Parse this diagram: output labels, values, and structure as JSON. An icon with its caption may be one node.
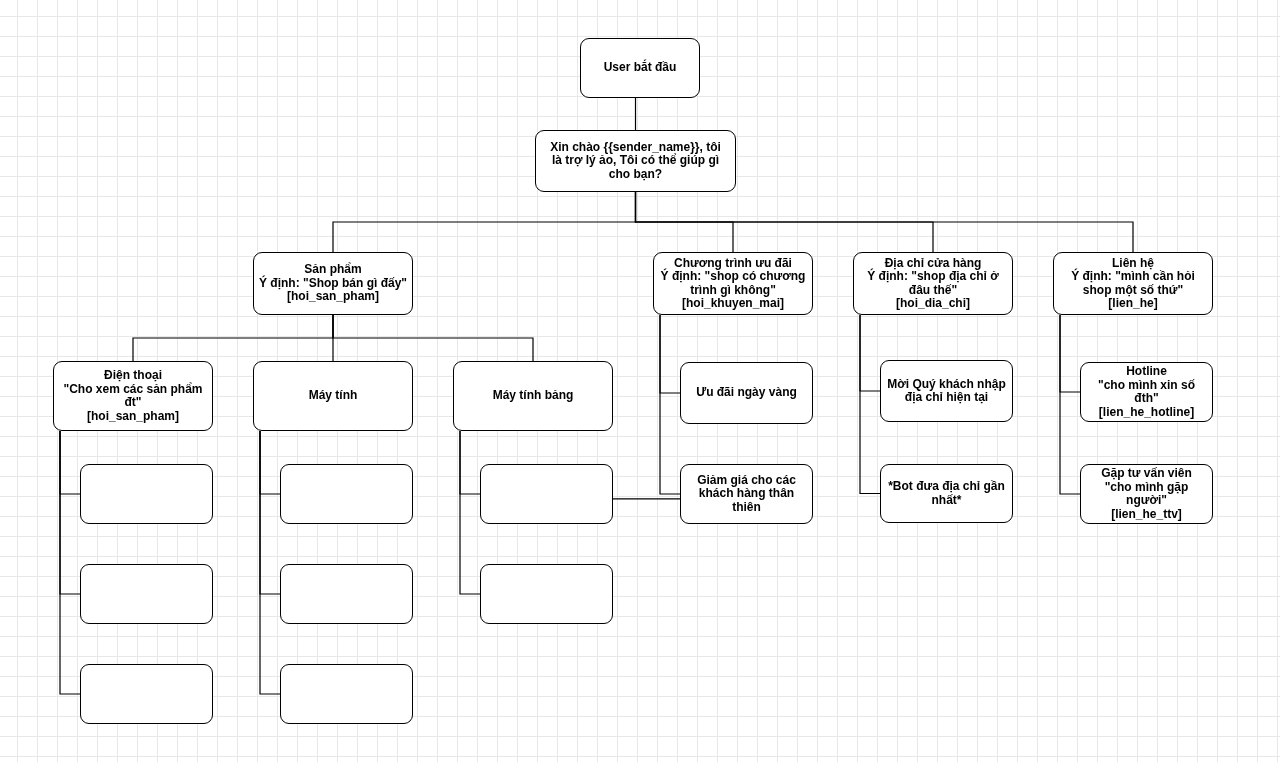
{
  "diagram": {
    "nodes": [
      {
        "text": [
          "User bắt đầu"
        ]
      },
      {
        "text": [
          "Xin chào {{sender_name}}, tôi là trợ lý ảo, Tôi có thể giúp gì cho bạn?"
        ]
      },
      {
        "text": [
          "Sản phẩm",
          "Ý định: \"Shop bán gì đấy\"",
          "[hoi_san_pham]"
        ]
      },
      {
        "text": [
          "Chương trình ưu đãi",
          "Ý định: \"shop có chương trình gì không\"",
          "[hoi_khuyen_mai]"
        ]
      },
      {
        "text": [
          "Địa chỉ cửa hàng",
          "Ý định: \"shop địa chỉ ở đâu thế\"",
          "[hoi_dia_chi]"
        ]
      },
      {
        "text": [
          "Liên hệ",
          "Ý định: \"mình cần hỏi shop một số thứ\"",
          "[lien_he]"
        ]
      },
      {
        "text": [
          "Điện thoại",
          "\"Cho xem các sản phẩm đt\"",
          "[hoi_san_pham]"
        ]
      },
      {
        "text": [
          "Máy tính"
        ]
      },
      {
        "text": [
          "Máy tính bảng"
        ]
      },
      {
        "text": [
          "Ưu đãi ngày vàng"
        ]
      },
      {
        "text": [
          "Giảm giá cho các khách hàng thân thiên"
        ]
      },
      {
        "text": [
          "Mời Quý khách nhập địa chỉ hiện tại"
        ]
      },
      {
        "text": [
          "*Bot đưa địa chỉ gần nhất*"
        ]
      },
      {
        "text": [
          "Hotline",
          "\"cho mình xin số đth\"",
          "[lien_he_hotline]"
        ]
      },
      {
        "text": [
          "Gặp tư vấn viên",
          "\"cho mình gặp người\"",
          "[lien_he_ttv]"
        ]
      },
      {
        "text": [],
        "shape": "box"
      },
      {
        "text": [],
        "shape": "box"
      },
      {
        "text": [],
        "shape": "box"
      },
      {
        "text": [],
        "shape": "box"
      },
      {
        "text": [],
        "shape": "box"
      },
      {
        "text": [],
        "shape": "box"
      },
      {
        "text": [],
        "shape": "box"
      },
      {
        "text": [],
        "shape": "box"
      }
    ],
    "edges": [
      {
        "from": 0,
        "to": 1,
        "arrow": "none"
      },
      {
        "from": 1,
        "to": 2,
        "arrow": "none"
      },
      {
        "from": 1,
        "to": 3,
        "arrow": "none"
      },
      {
        "from": 1,
        "to": 4,
        "arrow": "none"
      },
      {
        "from": 1,
        "to": 5,
        "arrow": "none"
      },
      {
        "from": 2,
        "to": 6,
        "arrow": "none"
      },
      {
        "from": 2,
        "to": 7,
        "arrow": "none"
      },
      {
        "from": 2,
        "to": 8,
        "arrow": "none"
      },
      {
        "from": 6,
        "to": 15,
        "arrow": "none"
      },
      {
        "from": 6,
        "to": 16,
        "arrow": "none"
      },
      {
        "from": 6,
        "to": 17,
        "arrow": "none"
      },
      {
        "from": 7,
        "to": 18,
        "arrow": "none"
      },
      {
        "from": 7,
        "to": 19,
        "arrow": "none"
      },
      {
        "from": 7,
        "to": 20,
        "arrow": "none"
      },
      {
        "from": 8,
        "to": 21,
        "arrow": "none"
      },
      {
        "from": 8,
        "to": 22,
        "arrow": "none"
      },
      {
        "from": 3,
        "to": 9,
        "arrow": "none"
      },
      {
        "from": 3,
        "to": 10,
        "arrow": "none"
      },
      {
        "from": 4,
        "to": 11,
        "arrow": "none"
      },
      {
        "from": 4,
        "to": 12,
        "arrow": "none"
      },
      {
        "from": 5,
        "to": 13,
        "arrow": "none"
      },
      {
        "from": 5,
        "to": 14,
        "arrow": "none"
      },
      {
        "from": 21,
        "to": 10,
        "arrow": "none"
      }
    ]
  }
}
